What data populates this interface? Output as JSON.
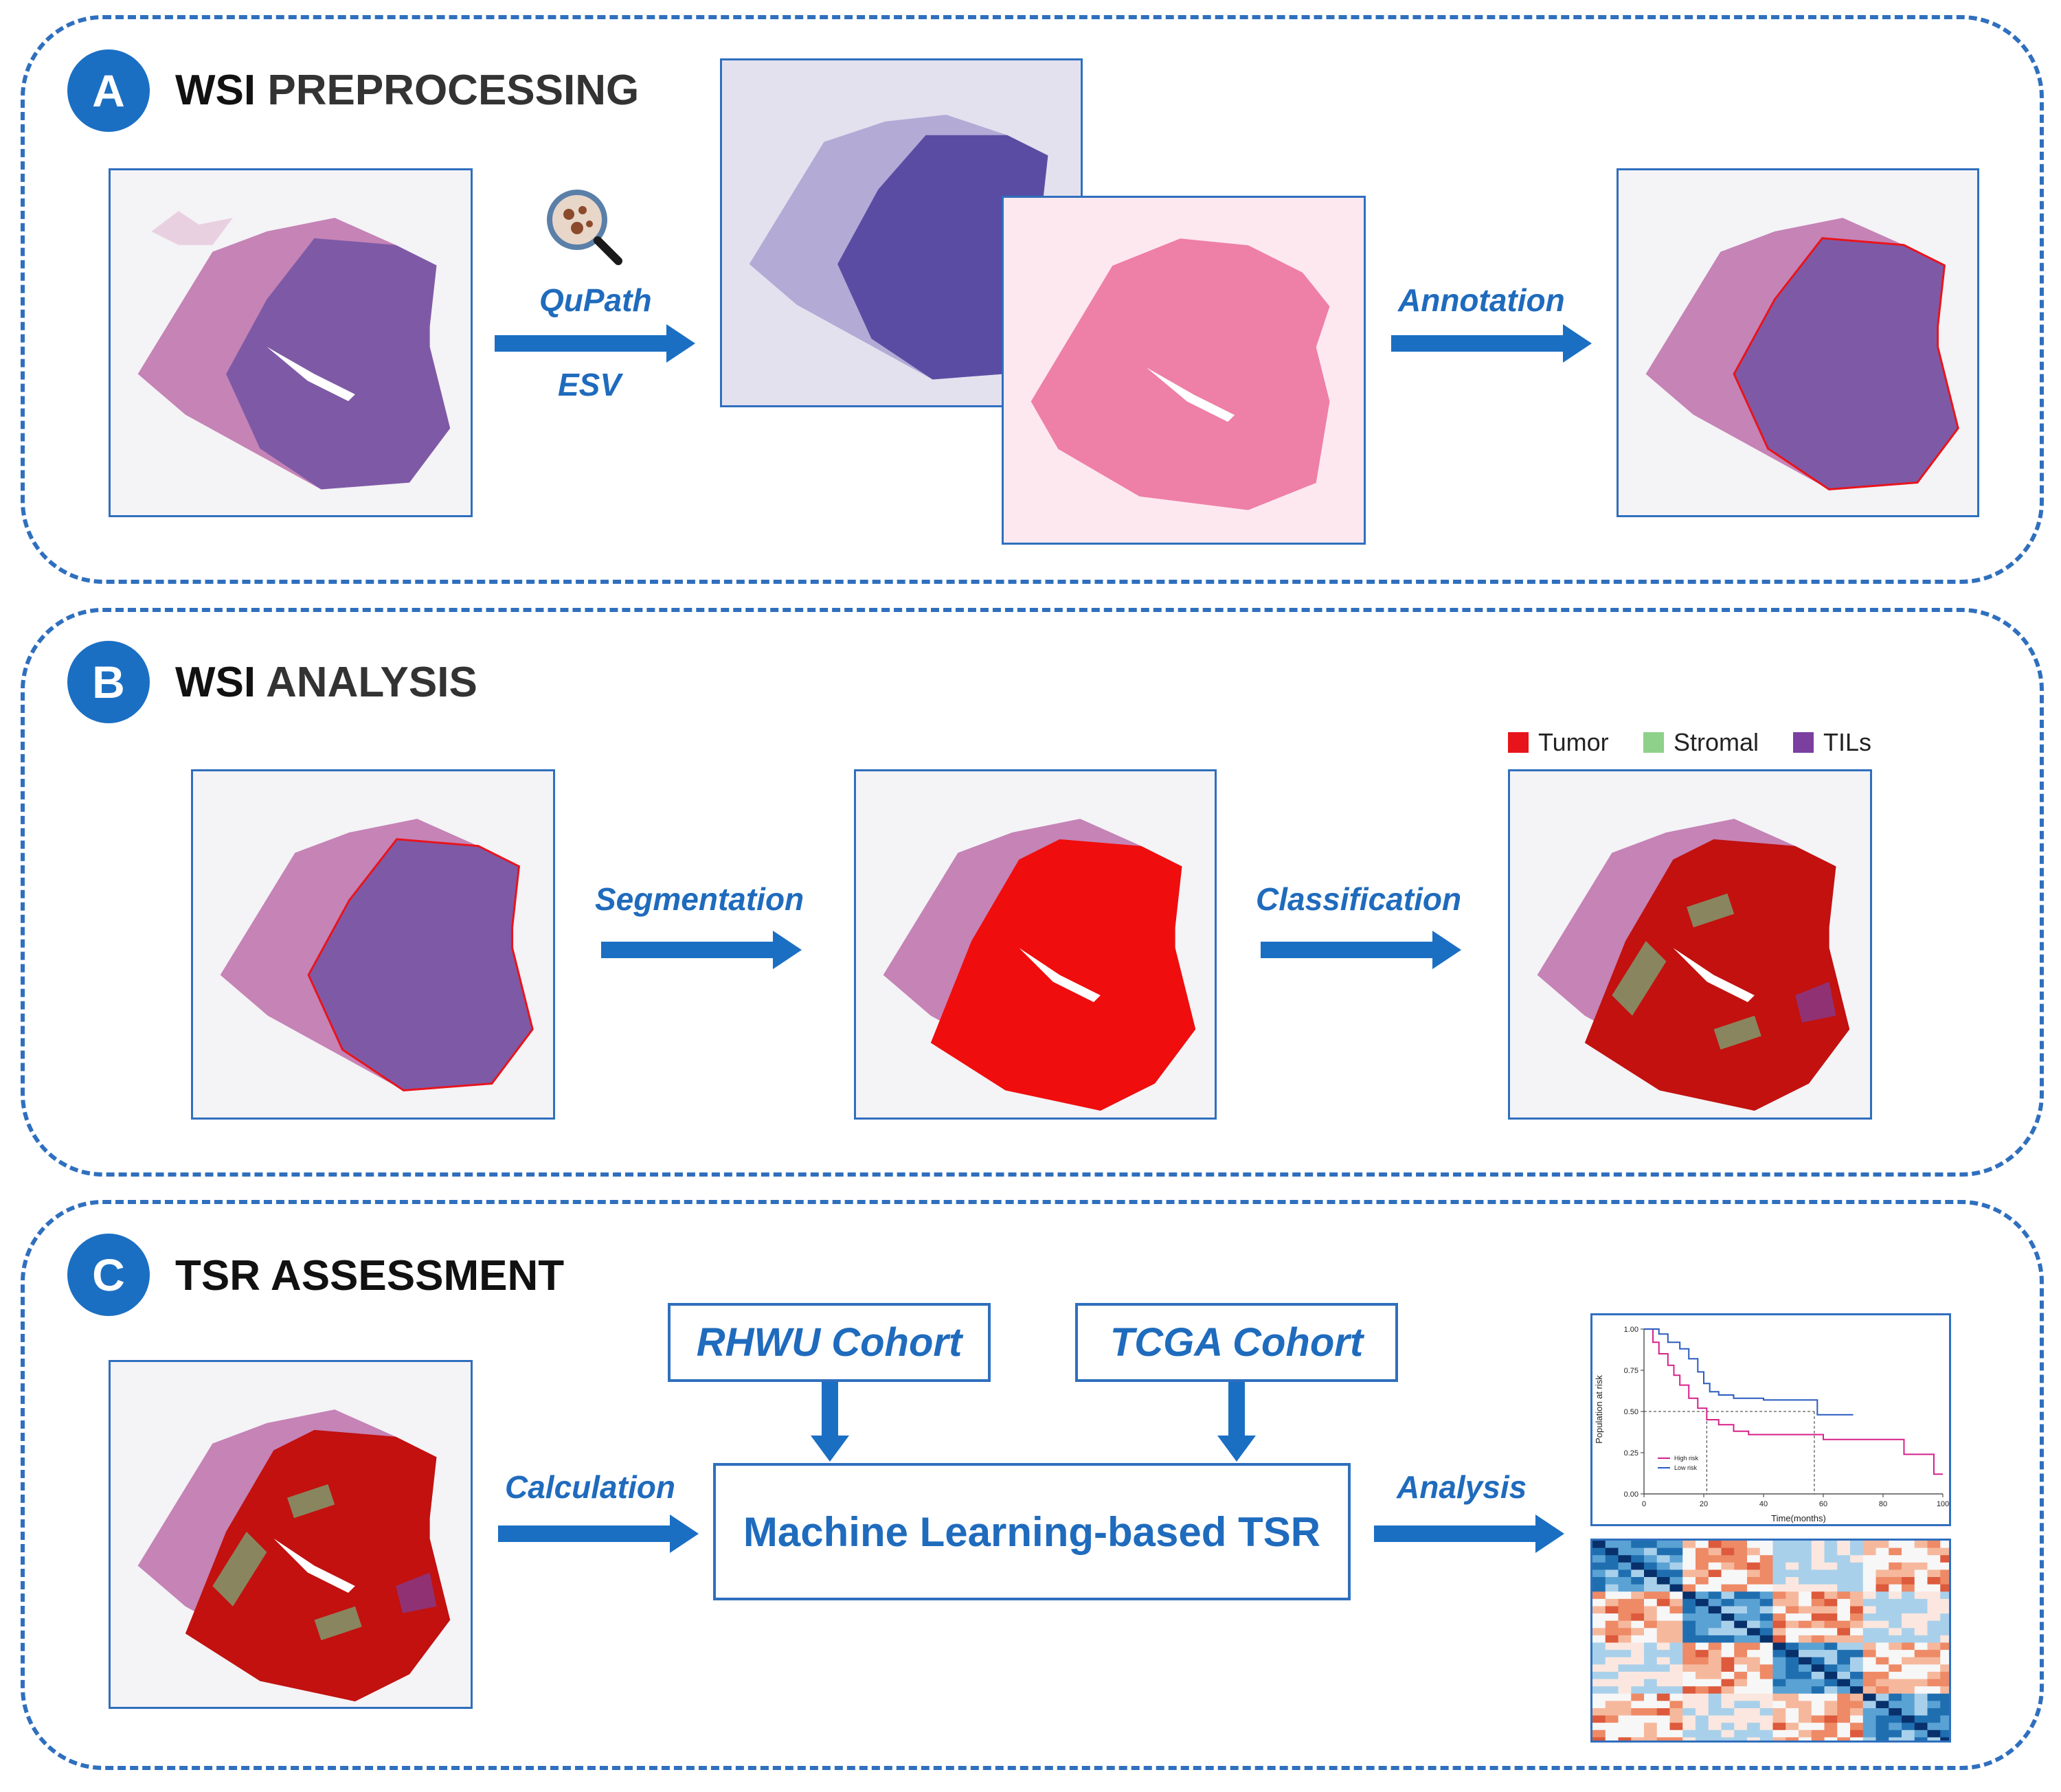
{
  "panels": [
    {
      "badge": "A",
      "title_bold": "WSI",
      "title_rest": " PREPROCESSING"
    },
    {
      "badge": "B",
      "title_bold": "WSI",
      "title_rest": " ANALYSIS"
    },
    {
      "badge": "C",
      "title_bold": "TSR ASSESSMENT",
      "title_rest": ""
    }
  ],
  "panel_a": {
    "tool_label": "QuPath",
    "sub_label": "ESV",
    "annotation_label": "Annotation"
  },
  "panel_b": {
    "segmentation_label": "Segmentation",
    "classification_label": "Classification",
    "legend": [
      {
        "label": "Tumor",
        "color": "#e8141b"
      },
      {
        "label": "Stromal",
        "color": "#8ed18a"
      },
      {
        "label": "TILs",
        "color": "#7b3fa0"
      }
    ]
  },
  "panel_c": {
    "calculation_label": "Calculation",
    "cohort_1": "RHWU Cohort",
    "cohort_2": "TCGA Cohort",
    "ml_label": "Machine Learning-based TSR",
    "analysis_label": "Analysis"
  },
  "km_chart": {
    "chart_data": {
      "type": "line",
      "xlabel": "Time(months)",
      "ylabel": "Population at risk",
      "xlim": [
        0,
        100
      ],
      "ylim": [
        0,
        1
      ],
      "xticks": [
        "0",
        "20",
        "40",
        "60",
        "80",
        "100"
      ],
      "yticks": [
        "0.00",
        "0.25",
        "0.50",
        "0.75",
        "1.00"
      ],
      "median_line": 0.5,
      "series": [
        {
          "name": "High risk",
          "color": "#d6218a",
          "x": [
            0,
            3,
            5,
            8,
            10,
            12,
            15,
            18,
            21,
            25,
            30,
            35,
            40,
            60,
            70,
            80,
            87,
            90,
            97,
            100
          ],
          "y": [
            1.0,
            0.92,
            0.85,
            0.78,
            0.72,
            0.66,
            0.58,
            0.52,
            0.45,
            0.42,
            0.38,
            0.36,
            0.36,
            0.33,
            0.33,
            0.33,
            0.24,
            0.24,
            0.12,
            0.12
          ]
        },
        {
          "name": "Low risk",
          "color": "#2a5bbf",
          "x": [
            0,
            5,
            8,
            12,
            15,
            18,
            20,
            22,
            25,
            30,
            40,
            55,
            58,
            65,
            70
          ],
          "y": [
            1.0,
            0.97,
            0.92,
            0.88,
            0.82,
            0.74,
            0.67,
            0.62,
            0.6,
            0.58,
            0.57,
            0.57,
            0.48,
            0.48,
            0.48
          ]
        }
      ]
    }
  }
}
